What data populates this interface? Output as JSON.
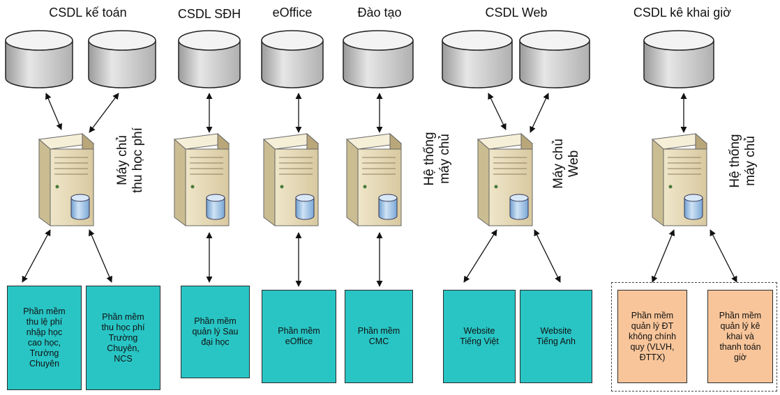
{
  "databases": {
    "ketoan": "CSDL kế toán",
    "sdh": "CSDL SĐH",
    "eoffice": "eOffice",
    "daotao": "Đào tạo",
    "web": "CSDL Web",
    "kekhai": "CSDL kê khai giờ"
  },
  "servers": {
    "hocphi": "Máy chủ\nthu học phí",
    "daotao": "Hệ thống\nmáy chủ",
    "web": "Máy chủ\nWeb",
    "kekhai": "Hệ thống\nmáy chủ"
  },
  "apps": {
    "thu_le_phi": "Phần mềm\nthu lệ phí\nnhập học\ncao học,\nTrường\nChuyên",
    "thu_hoc_phi": "Phần mềm\nthu học phí\nTrường\nChuyên,\nNCS",
    "sau_dai_hoc": "Phần mềm\nquản lý Sau\nđại học",
    "eoffice": "Phần mềm\neOffice",
    "cmc": "Phần mềm\nCMC",
    "web_vn": "Website\nTiếng Việt",
    "web_en": "Website\nTiếng Anh",
    "dt_khong_chinh_quy": "Phần mềm\nquản lý ĐT\nkhông chính\nquy (VLVH,\nĐTTX)",
    "ke_khai": "Phần mềm\nquản lý kê\nkhai và\nthanh toán\ngiờ"
  },
  "colors": {
    "app_box": "#29c5c5",
    "app_box_alt": "#f8c59a",
    "db_body": "#d4d4d4",
    "server_body": "#e2d6b4",
    "mini_db": "#9dc3e6"
  },
  "icons": {
    "database": "database-cylinder-icon",
    "server": "server-tower-icon"
  }
}
